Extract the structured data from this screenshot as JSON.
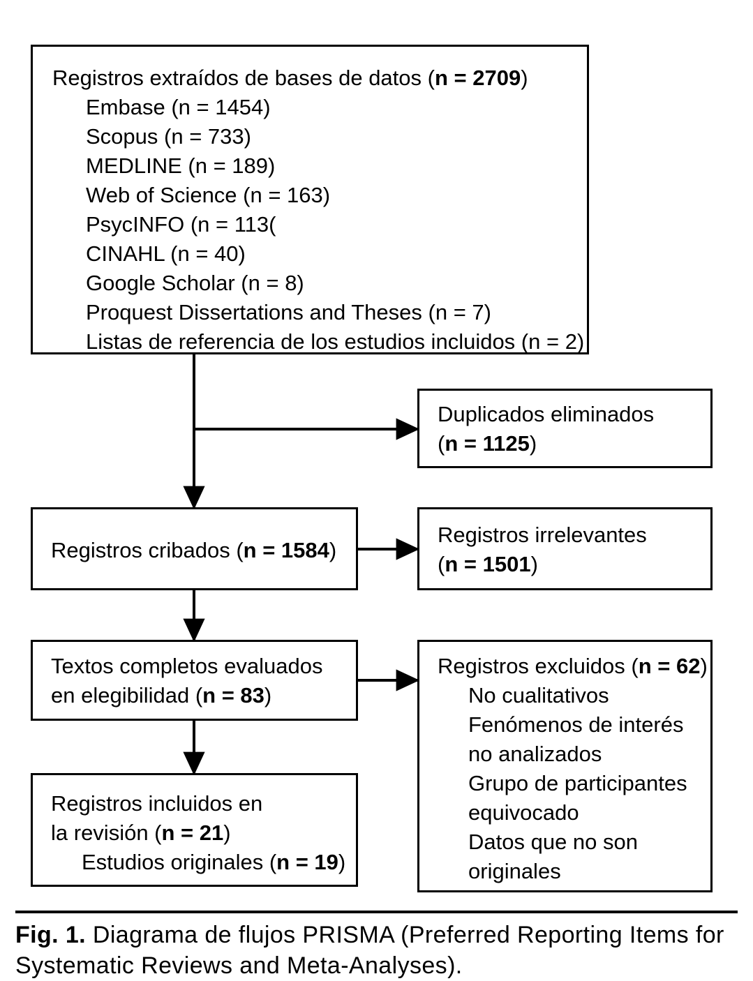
{
  "figure": {
    "label": "Fig. 1.",
    "caption": " Diagrama de flujos PRISMA (Preferred Reporting Items for Systematic Reviews and Meta-Analyses)."
  },
  "diagram": {
    "type": "prisma-flow-diagram",
    "line_color": "#000000",
    "box_fill": "#ffffff",
    "identification": {
      "title": "Registros extraídos de bases de datos (",
      "title_bold": "n = 2709",
      "title_close": ")",
      "sources": [
        {
          "name": "Embase",
          "count": "(n = 1454)"
        },
        {
          "name": "Scopus",
          "count": "(n = 733)"
        },
        {
          "name": "MEDLINE",
          "count": "(n = 189)"
        },
        {
          "name": "Web of Science",
          "count": "(n = 163)"
        },
        {
          "name": "PsycINFO",
          "count": "(n = 113("
        },
        {
          "name": "CINAHL",
          "count": "(n = 40)"
        },
        {
          "name": "Google Scholar",
          "count": "(n = 8)"
        },
        {
          "name": "Proquest Dissertations and Theses",
          "count": "(n = 7)"
        },
        {
          "name": "Listas de referencia de los estudios incluidos",
          "count": "(n = 2)"
        }
      ],
      "lines": [
        "Embase (n = 1454)",
        "Scopus (n = 733)",
        "MEDLINE (n = 189)",
        "Web of Science (n = 163)",
        "PsycINFO (n = 113(",
        "CINAHL (n = 40)",
        "Google Scholar (n = 8)",
        "Proquest Dissertations and Theses (n = 7)",
        "Listas de referencia de los estudios incluidos (n = 2)"
      ]
    },
    "duplicates": {
      "line1": "Duplicados eliminados",
      "open": "(",
      "value_bold": "n = 1125",
      "close": ")"
    },
    "screened": {
      "prefix": "Registros cribados (",
      "value_bold": "n = 1584",
      "close": ")"
    },
    "irrelevant": {
      "line1": "Registros irrelevantes",
      "open": "(",
      "value_bold": "n = 1501",
      "close": ")"
    },
    "eligibility": {
      "line1": "Textos completos evaluados",
      "line2_prefix": "en elegibilidad (",
      "value_bold": "n = 83",
      "close": ")"
    },
    "excluded": {
      "title_prefix": "Registros excluidos (",
      "value_bold": "n = 62",
      "close": ")",
      "reasons": [
        "No cualitativos",
        "Fenómenos de interés",
        "no analizados",
        "Grupo de participantes",
        "equivocado",
        "Datos que no son",
        "originales"
      ]
    },
    "included": {
      "line1": "Registros incluidos en",
      "line2_prefix": "la revisión (",
      "value_bold": "n = 21",
      "close": ")",
      "line3_prefix": "Estudios originales (",
      "line3_value_bold": "n = 19",
      "line3_close": ")"
    }
  }
}
